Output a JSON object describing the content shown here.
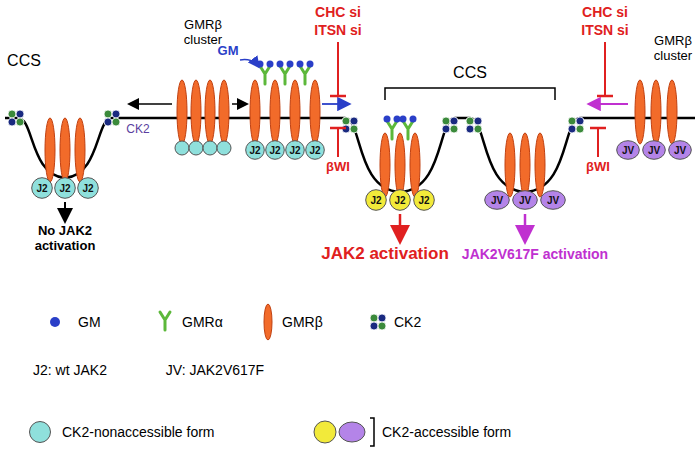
{
  "diagram": {
    "nodes": [
      {
        "text": [
          "J2"
        ]
      },
      {
        "text": [
          "J2"
        ]
      },
      {
        "text": [
          "J2"
        ]
      },
      {
        "text": [
          "J2"
        ]
      },
      {
        "text": [
          "J2"
        ]
      },
      {
        "text": [
          "J2"
        ]
      },
      {
        "text": [
          "J2"
        ]
      },
      {
        "text": [
          "J2"
        ]
      },
      {
        "text": [
          "J2"
        ]
      },
      {
        "text": [
          "J2"
        ]
      },
      {
        "text": [
          "JV"
        ]
      },
      {
        "text": [
          "JV"
        ]
      },
      {
        "text": [
          "JV"
        ]
      },
      {
        "text": [
          "JV"
        ]
      },
      {
        "text": [
          "JV"
        ]
      },
      {
        "text": [
          "JV"
        ]
      }
    ],
    "labels": [
      "CCS",
      "GMRβ cluster",
      "GM",
      "CHC si",
      "ITSN si",
      "CCS",
      "CHC si",
      "ITSN si",
      "GMRβ cluster",
      "CK2",
      "No JAK2 activation",
      "βWI",
      "JAK2 activation",
      "JAK2V617F activation",
      "βWI",
      "J2: wt JAK2",
      "JV: JAK2V617F"
    ],
    "legend": [
      {
        "text": "GM",
        "color": "#2a3fc8"
      },
      {
        "text": "GMRα"
      },
      {
        "text": "GMRβ"
      },
      {
        "text": "CK2"
      },
      {
        "text": "CK2-nonaccessible form",
        "color": "#8fe0dc"
      },
      {
        "text": "CK2-accessible form"
      }
    ]
  }
}
